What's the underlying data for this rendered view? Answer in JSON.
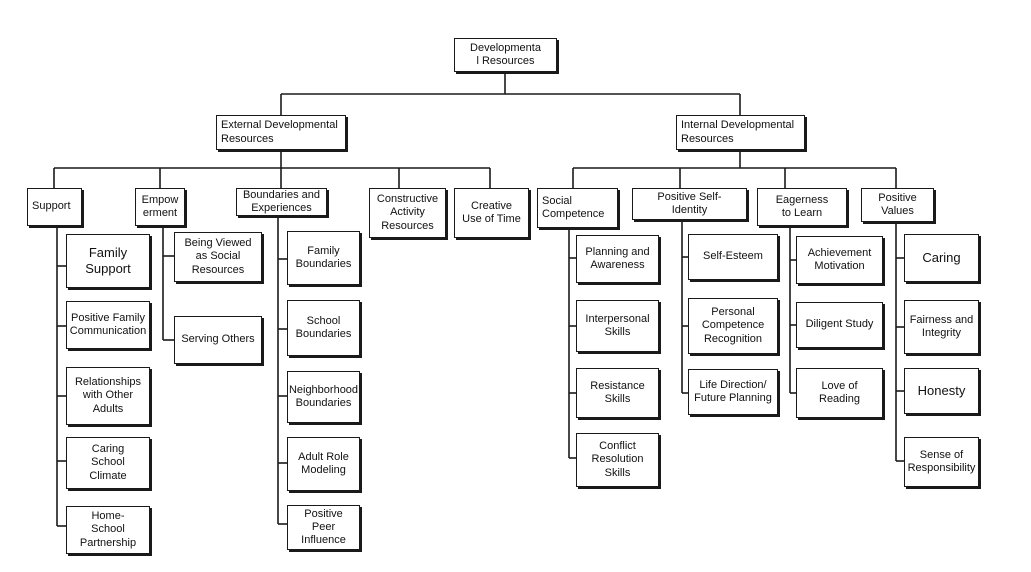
{
  "root": {
    "label": "Developmenta\nl Resources"
  },
  "external": {
    "label": "External Developmental\nResources",
    "support": {
      "label": "Support",
      "items": [
        "Family\nSupport",
        "Positive Family\nCommunication",
        "Relationships\nwith Other\nAdults",
        "Caring\nSchool\nClimate",
        "Home-\nSchool\nPartnership"
      ]
    },
    "empowerment": {
      "label": "Empow\nerment",
      "items": [
        "Being Viewed\nas Social\nResources",
        "Serving Others"
      ]
    },
    "boundaries": {
      "label": "Boundaries and\nExperiences",
      "items": [
        "Family\nBoundaries",
        "School\nBoundaries",
        "Neighborhood\nBoundaries",
        "Adult Role\nModeling",
        "Positive Peer\nInfluence"
      ]
    },
    "constructive": {
      "label": "Constructive\nActivity\nResources"
    },
    "creative": {
      "label": "Creative\nUse of Time"
    }
  },
  "internal": {
    "label": "Internal Developmental\nResources",
    "social": {
      "label": "Social\nCompetence",
      "items": [
        "Planning and\nAwareness",
        "Interpersonal\nSkills",
        "Resistance\nSkills",
        "Conflict\nResolution\nSkills"
      ]
    },
    "identity": {
      "label": "Positive Self-\nIdentity",
      "items": [
        "Self-Esteem",
        "Personal\nCompetence\nRecognition",
        "Life Direction/\nFuture Planning"
      ]
    },
    "eagerness": {
      "label": "Eagerness\nto Learn",
      "items": [
        "Achievement\nMotivation",
        "Diligent Study",
        "Love of\nReading"
      ]
    },
    "values": {
      "label": "Positive\nValues",
      "items": [
        "Caring",
        "Fairness and\nIntegrity",
        "Honesty",
        "Sense of\nResponsibility"
      ]
    }
  }
}
